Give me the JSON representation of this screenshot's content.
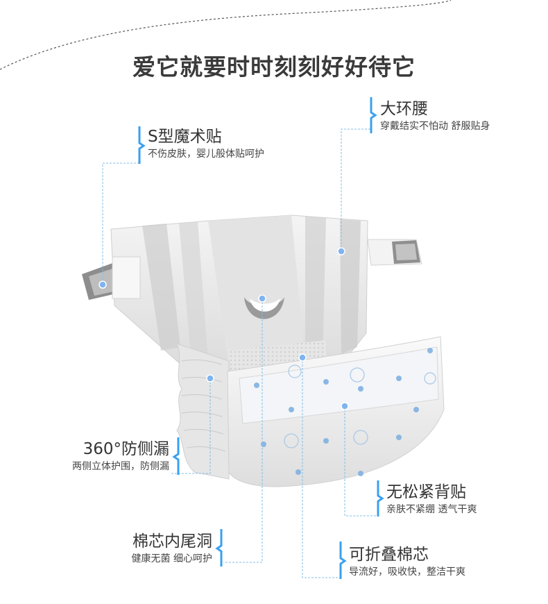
{
  "title": "爱它就要时时刻刻好好待它",
  "accent_color": "#3aa0f0",
  "features": [
    {
      "id": "magic-tape",
      "title": "S型魔术贴",
      "subtitle": "不伤皮肤，婴儿般体贴呵护"
    },
    {
      "id": "waist",
      "title": "大环腰",
      "subtitle": "穿戴结实不怕动 舒服贴身"
    },
    {
      "id": "leak-guard",
      "title": "360°防侧漏",
      "subtitle": "两侧立体护围，防侧漏"
    },
    {
      "id": "back-patch",
      "title": "无松紧背贴",
      "subtitle": "亲肤不紧绷  透气干爽"
    },
    {
      "id": "tail-hole",
      "title": "棉芯内尾洞",
      "subtitle": "健康无菌   细心呵护"
    },
    {
      "id": "fold-core",
      "title": "可折叠棉芯",
      "subtitle": "导流好，吸收快，整洁干爽"
    }
  ]
}
